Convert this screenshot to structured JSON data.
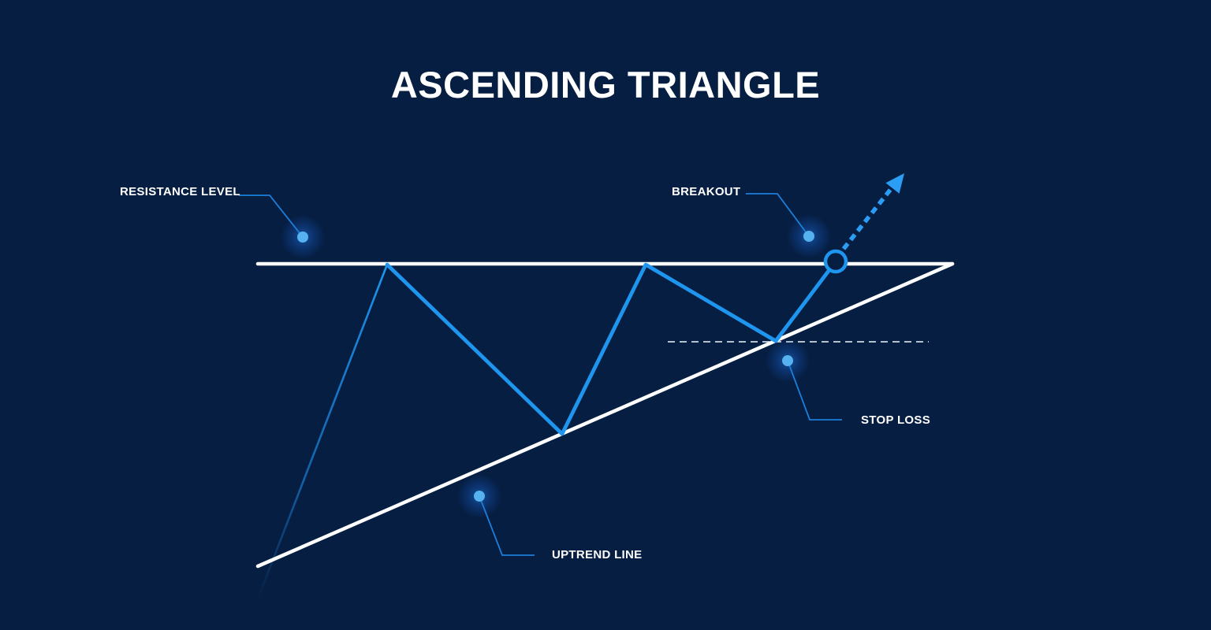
{
  "title": "ASCENDING TRIANGLE",
  "labels": {
    "resistance": "RESISTANCE LEVEL",
    "breakout": "BREAKOUT",
    "stop_loss": "STOP LOSS",
    "uptrend": "UPTREND LINE"
  },
  "colors": {
    "background": "#061e42",
    "text": "#ffffff",
    "line": "#ffffff",
    "accent": "#1e96f0",
    "arrow": "#2b9df4",
    "connector": "#1c7ed9",
    "dot_core": "#56b1f0",
    "dashed_line": "#b6c1cd"
  }
}
